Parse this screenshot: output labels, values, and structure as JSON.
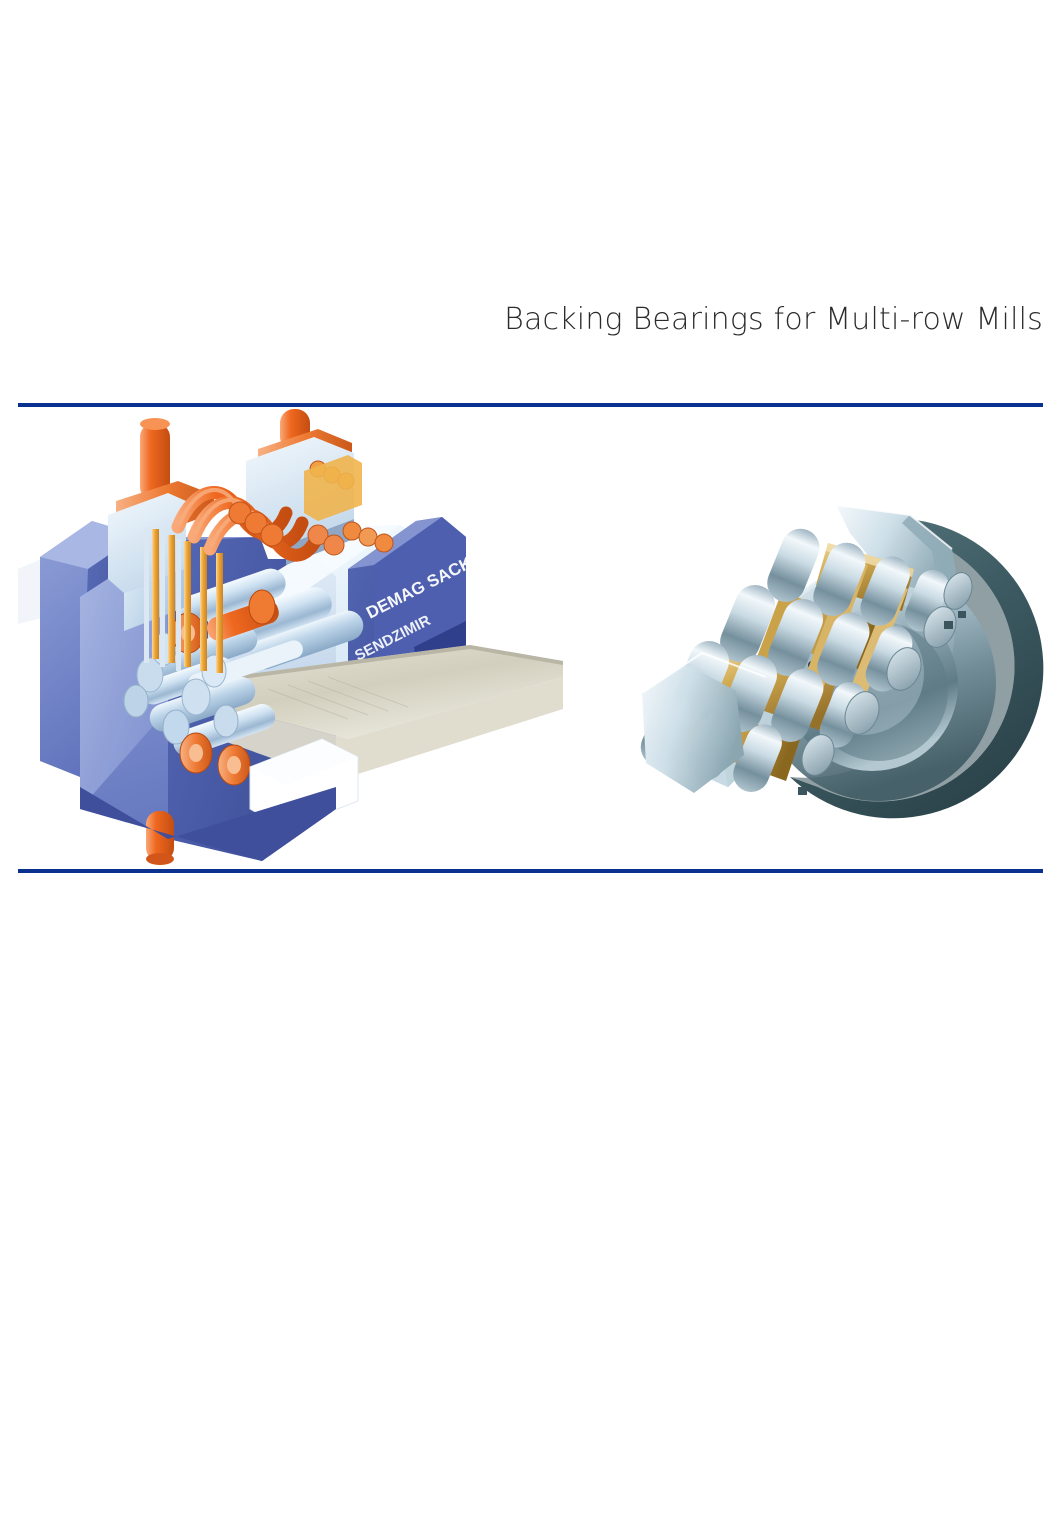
{
  "document": {
    "title": "Backing Bearings for Multi-row Mills",
    "page_background": "#ffffff"
  },
  "header": {
    "title": "Backing Bearings for Multi-row Mills",
    "align": "right",
    "text_color": "#2b2b2b"
  },
  "rules": {
    "color": "#0a3190",
    "top_label": "top-divider-rule",
    "bottom_label": "bottom-divider-rule"
  },
  "figures": [
    {
      "id": "rolling-mill-stand",
      "caption": "",
      "kind": "cutaway-illustration",
      "subject": "Multi-row cluster rolling mill stand cutaway",
      "brand_marks": [
        "DEMAG SACK",
        "SENDZIMIR"
      ],
      "colors": {
        "housing_dark": "#4a5aa8",
        "housing_mid": "#6f82c6",
        "housing_light": "#8fa0d8",
        "component_pale": "#c9dcee",
        "component_white": "#eef5fb",
        "hydraulic_orange": "#ef6820",
        "hydraulic_orange_light": "#f79455",
        "piping_gold": "#f0a93c",
        "strip_material": "#d9d6c7",
        "roll_steel": "#b9cfe4"
      }
    },
    {
      "id": "backing-bearing",
      "caption": "",
      "kind": "cutaway-render",
      "subject": "Double-row cylindrical roller backing bearing, sectioned",
      "colors": {
        "outer_ring_dark": "#47666b",
        "outer_ring_mid": "#7f9ba3",
        "outer_ring_light": "#cfe0e8",
        "cage_brass": "#c9a24a",
        "cage_brass_light": "#e3c887",
        "roller_steel_light": "#e8eff4",
        "roller_steel_mid": "#9fb2bf",
        "roller_steel_dark": "#5d7280",
        "bore_polished": "#8aa3ae"
      }
    }
  ]
}
